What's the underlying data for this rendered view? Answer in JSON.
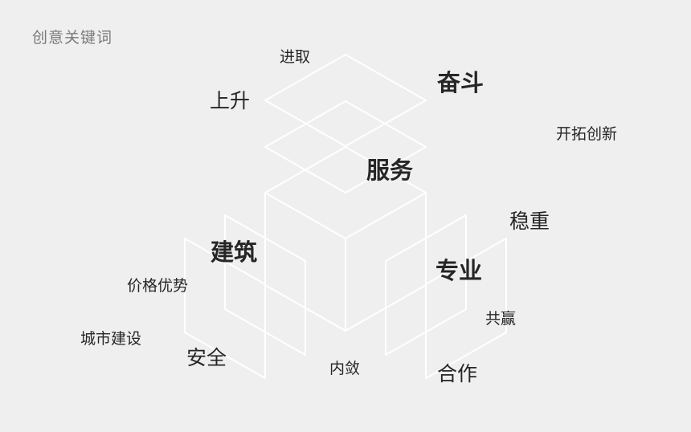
{
  "title": "创意关键词",
  "keywords": {
    "jinqu": "进取",
    "shangsheng": "上升",
    "fendou": "奋斗",
    "kaituo": "开拓创新",
    "fuwu": "服务",
    "wenzhong": "稳重",
    "jianzhu": "建筑",
    "zhuanye": "专业",
    "jiage": "价格优势",
    "gongying": "共赢",
    "chengshi": "城市建设",
    "anquan": "安全",
    "neilian": "内敛",
    "hezuo": "合作"
  },
  "colors": {
    "background": "#efefef",
    "lines": "#ffffff",
    "title": "#7a7a7a",
    "text": "#262626"
  }
}
